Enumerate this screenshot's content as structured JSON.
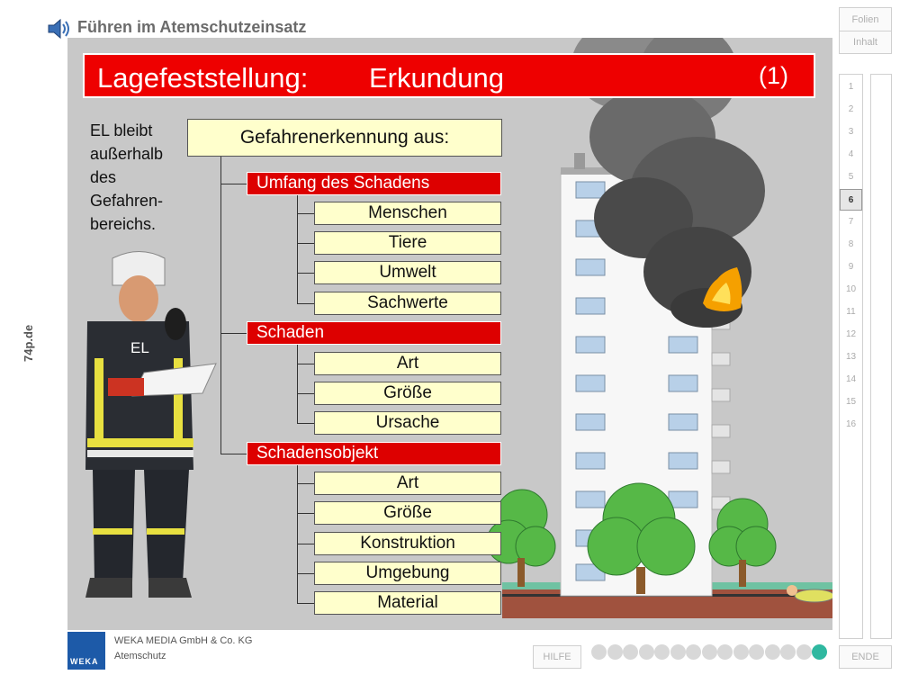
{
  "header": {
    "title": "Führen im Atemschutzeinsatz"
  },
  "side_brand": "74p.de",
  "banner": {
    "label": "Lagefeststellung:",
    "topic": "Erkundung",
    "number": "(1)"
  },
  "note": [
    "EL bleibt",
    "außerhalb",
    "des",
    "Gefahren-",
    "bereichs."
  ],
  "figure_label": "EL",
  "tree": {
    "root": "Gefahrenerkennung aus:",
    "groups": [
      {
        "title": "Umfang des Schadens",
        "items": [
          "Menschen",
          "Tiere",
          "Umwelt",
          "Sachwerte"
        ]
      },
      {
        "title": "Schaden",
        "items": [
          "Art",
          "Größe",
          "Ursache"
        ]
      },
      {
        "title": "Schadensobjekt",
        "items": [
          "Art",
          "Größe",
          "Konstruktion",
          "Umgebung",
          "Material"
        ]
      }
    ]
  },
  "nav": {
    "folien": "Folien",
    "inhalt": "Inhalt",
    "slides": [
      "1",
      "2",
      "3",
      "4",
      "5",
      "6",
      "7",
      "8",
      "9",
      "10",
      "11",
      "12",
      "13",
      "14",
      "15",
      "16"
    ],
    "active_slide": "6",
    "hilfe": "HILFE",
    "ende": "ENDE"
  },
  "footer": {
    "logo": "WEKA",
    "company": "WEKA MEDIA GmbH & Co. KG",
    "module": "Atemschutz"
  },
  "progress": {
    "total": 15,
    "current": 15
  },
  "colors": {
    "accent_red": "#ee0000",
    "box_fill": "#ffffcc",
    "progress_active": "#2fb8a0",
    "stage_bg": "#c8c8c8"
  }
}
